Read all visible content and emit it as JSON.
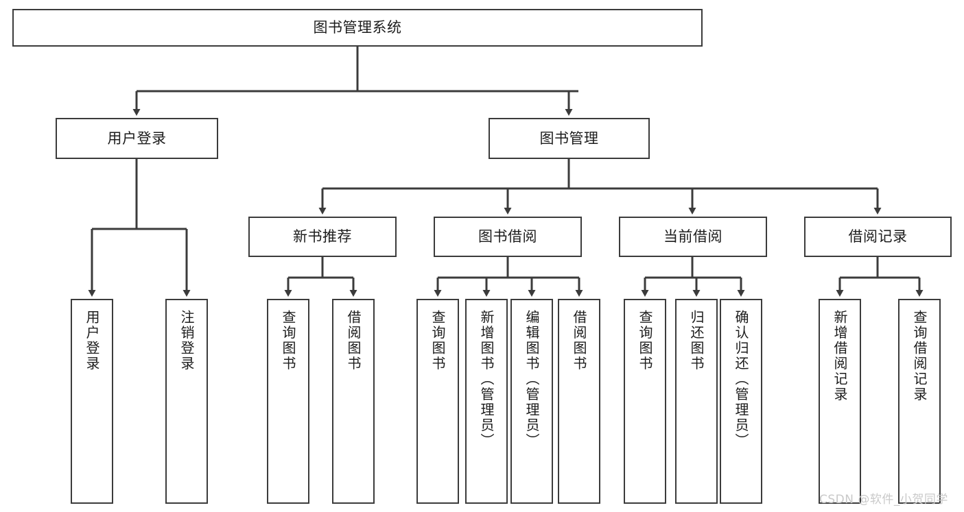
{
  "diagram": {
    "title": "图书管理系统",
    "type": "functional-structure-tree",
    "levels": 4,
    "nodes": {
      "root": {
        "label": "图书管理系统"
      },
      "level2": [
        {
          "id": "user-login",
          "label": "用户登录"
        },
        {
          "id": "book-manage",
          "label": "图书管理"
        }
      ],
      "level3": [
        {
          "id": "new-book-recommend",
          "label": "新书推荐",
          "parent": "book-manage"
        },
        {
          "id": "book-borrow",
          "label": "图书借阅",
          "parent": "book-manage"
        },
        {
          "id": "current-borrow",
          "label": "当前借阅",
          "parent": "book-manage"
        },
        {
          "id": "borrow-record",
          "label": "借阅记录",
          "parent": "book-manage"
        }
      ],
      "leaves": [
        {
          "id": "leaf-user-login",
          "label": "用户登录",
          "parent": "user-login"
        },
        {
          "id": "leaf-logout",
          "label": "注销登录",
          "parent": "user-login"
        },
        {
          "id": "leaf-query-book-1",
          "label": "查询图书",
          "parent": "new-book-recommend"
        },
        {
          "id": "leaf-borrow-book-1",
          "label": "借阅图书",
          "parent": "new-book-recommend"
        },
        {
          "id": "leaf-query-book-2",
          "label": "查询图书",
          "parent": "book-borrow"
        },
        {
          "id": "leaf-add-book",
          "label": "新增图书（管理员）",
          "parent": "book-borrow"
        },
        {
          "id": "leaf-edit-book",
          "label": "编辑图书（管理员）",
          "parent": "book-borrow"
        },
        {
          "id": "leaf-borrow-book-2",
          "label": "借阅图书",
          "parent": "book-borrow"
        },
        {
          "id": "leaf-query-book-3",
          "label": "查询图书",
          "parent": "current-borrow"
        },
        {
          "id": "leaf-return-book",
          "label": "归还图书",
          "parent": "current-borrow"
        },
        {
          "id": "leaf-confirm-return",
          "label": "确认归还（管理员）",
          "parent": "current-borrow"
        },
        {
          "id": "leaf-add-record",
          "label": "新增借阅记录",
          "parent": "borrow-record"
        },
        {
          "id": "leaf-query-record",
          "label": "查询借阅记录",
          "parent": "borrow-record"
        }
      ]
    },
    "colors": {
      "border": "#3b3b3b",
      "text": "#1c1c1c",
      "background": "#ffffff",
      "watermark": "#c9c9c9"
    }
  },
  "watermark": {
    "text": "CSDN @软件_小贺同学"
  }
}
